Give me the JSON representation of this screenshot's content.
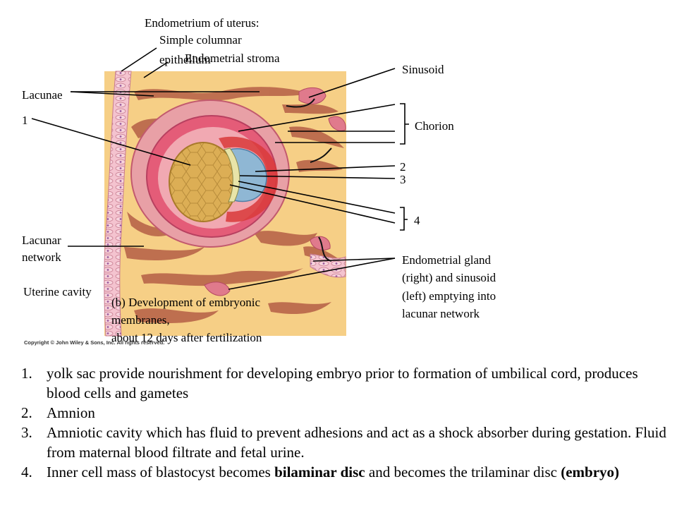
{
  "labels": {
    "endometrium_title": "Endometrium  of uterus:",
    "simple_columnar": "Simple columnar",
    "epithelium": "epithelium",
    "endometrial_stroma": "Endometrial  stroma",
    "sinusoid": "Sinusoid",
    "lacunae": "Lacunae",
    "one": "1",
    "chorion": "Chorion",
    "two": "2",
    "three": "3",
    "four": "4",
    "lacunar_network_1": "Lacunar",
    "lacunar_network_2": "network",
    "uterine_cavity": "Uterine cavity",
    "caption_1": "(b) Development  of embryonic",
    "caption_2": "membranes,",
    "caption_3": "about 12 days  after fertilization",
    "gland_1": "Endometrial gland",
    "gland_2": "(right) and sinusoid",
    "gland_3": "(left) emptying  into",
    "gland_4": "lacunar network",
    "copyright": "Copyright © John Wiley & Sons, Inc. All rights reserved."
  },
  "notes": [
    {
      "num": "1.",
      "text": "yolk sac provide nourishment for developing embryo prior to formation of umbilical cord, produces blood cells and gametes"
    },
    {
      "num": "2.",
      "text": "Amnion"
    },
    {
      "num": "3.",
      "text": "Amniotic cavity which has fluid to prevent adhesions and act as a shock absorber during gestation. Fluid from maternal blood filtrate and fetal urine."
    },
    {
      "num": "4.",
      "pre": "Inner cell mass of blastocyst becomes ",
      "bold1": "bilaminar disc",
      "mid": " and becomes the trilaminar disc ",
      "bold2": "(embryo)"
    }
  ],
  "colors": {
    "stroma": "#f6cf86",
    "lacuna": "#b9654a",
    "chorion": "#e0607a",
    "yolk_sac": "#d8a94e",
    "amnion_cavity": "#8fb7d4",
    "epithelium": "#f2b7c6"
  }
}
